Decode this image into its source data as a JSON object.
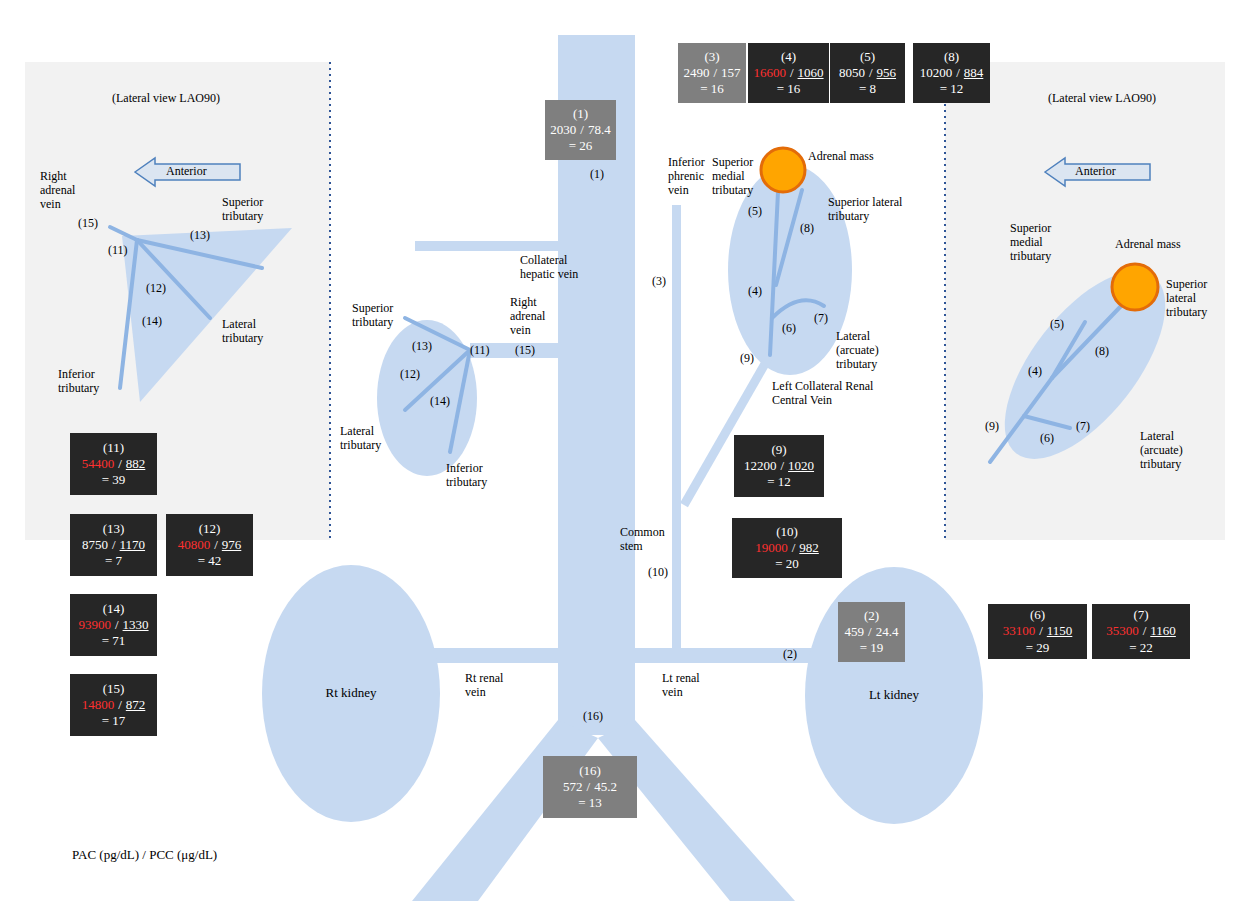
{
  "diagram": {
    "nodes": [
      {
        "text": [
          "(3)",
          "2490",
          "/",
          "157",
          "= 16"
        ]
      },
      {
        "text": [
          "(4)",
          "16600",
          "/",
          "1060",
          "= 16"
        ]
      },
      {
        "text": [
          "(5)",
          "8050",
          "/",
          "956",
          "= 8"
        ]
      },
      {
        "text": [
          "(8)",
          "10200",
          "/",
          "884",
          "= 12"
        ]
      },
      {
        "text": [
          "(1)",
          "2030",
          "/",
          "78.4",
          "= 26"
        ]
      },
      {
        "text": [
          "(11)",
          "54400",
          "/",
          "882",
          "= 39"
        ]
      },
      {
        "text": [
          "(9)",
          "12200",
          "/",
          "1020",
          "= 12"
        ]
      },
      {
        "text": [
          "(13)",
          "8750",
          "/",
          "1170",
          "= 7"
        ]
      },
      {
        "text": [
          "(12)",
          "40800",
          "/",
          "976",
          "= 42"
        ]
      },
      {
        "text": [
          "(10)",
          "19000",
          "/",
          "982",
          "= 20"
        ]
      },
      {
        "text": [
          "(14)",
          "93900",
          "/",
          "1330",
          "= 71"
        ]
      },
      {
        "text": [
          "Rt kidney"
        ]
      },
      {
        "text": [
          "Lt kidney"
        ]
      },
      {
        "text": [
          "(2)",
          "459",
          "/",
          "24.4",
          "= 19"
        ],
        "in": 12
      },
      {
        "text": [
          "(6)",
          "33100",
          "/",
          "1150",
          "= 29"
        ]
      },
      {
        "text": [
          "(7)",
          "35300",
          "/",
          "1160",
          "= 22"
        ]
      },
      {
        "text": [
          "(15)",
          "14800",
          "/",
          "872",
          "= 17"
        ]
      },
      {
        "text": [
          "(16)",
          "572",
          "/",
          "45.2",
          "= 13"
        ]
      }
    ],
    "labels": [
      "(Lateral view LAO90)",
      "Anterior",
      "Right adrenal vein",
      "(15)",
      "(11)",
      "(13)",
      "Superior tributary",
      "(12)",
      "Lateral tributary",
      "(14)",
      "Inferior tributary",
      "(1)",
      "Collateral hepatic vein",
      "Superior tributary",
      "(13)",
      "(11)",
      "Right adrenal vein",
      "(15)",
      "(12)",
      "(14)",
      "Lateral tributary",
      "Inferior tributary",
      "Inferior phrenic vein",
      "(3)",
      "Superior medial tributary",
      "Adrenal mass",
      "(5)",
      "(8)",
      "Superior lateral tributary",
      "(4)",
      "(6)",
      "(7)",
      "Lateral (arcuate) tributary",
      "(9)",
      "Left Collateral Renal Central Vein",
      "Common stem",
      "(10)",
      "(2)",
      "Rt renal vein",
      "Lt renal vein",
      "(16)",
      "(Lateral view LAO90)",
      "Anterior",
      "Superior medial tributary",
      "Adrenal mass",
      "Superior lateral tributary",
      "(5)",
      "(4)",
      "(8)",
      "(9)",
      "(6)",
      "(7)",
      "Lateral (arcuate) tributary",
      "PAC (pg/dL) / PCC (μg/dL)"
    ]
  }
}
